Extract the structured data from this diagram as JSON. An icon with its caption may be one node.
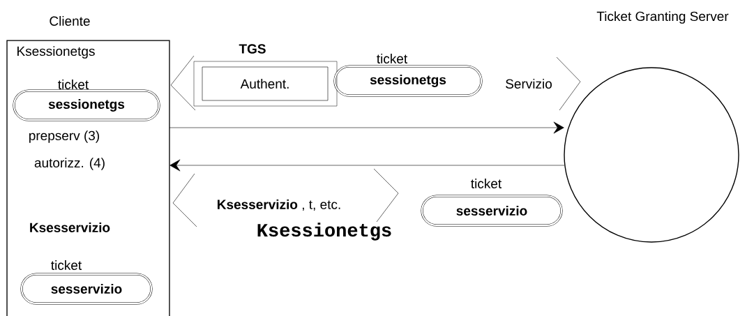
{
  "diagram": {
    "nodes": [
      {
        "text": [
          "Cliente",
          "Ksessionetgs",
          "prepserv (3)",
          "autorizz. (4)",
          "Ksesservizio"
        ]
      },
      {
        "text": [
          "ticket",
          "sessionetgs"
        ],
        "in": 0
      },
      {
        "text": [
          "ticket",
          "sesservizio"
        ],
        "in": 0
      },
      {
        "text": [
          "TGS"
        ]
      },
      {
        "text": [
          "Authent."
        ],
        "in": 3
      },
      {
        "text": [
          "ticket",
          "sessionetgs"
        ]
      },
      {
        "text": [
          "Ticket Granting Server"
        ]
      },
      {
        "text": [
          "ticket",
          "sesservizio"
        ]
      }
    ],
    "edges": [
      {
        "from": 0,
        "to": 6,
        "arrow": "to"
      },
      {
        "from": 6,
        "to": 0,
        "arrow": "to"
      }
    ],
    "labels": [
      "Servizio",
      "**Ksesservizio** , t, etc.",
      "Ksessionetgs"
    ]
  }
}
